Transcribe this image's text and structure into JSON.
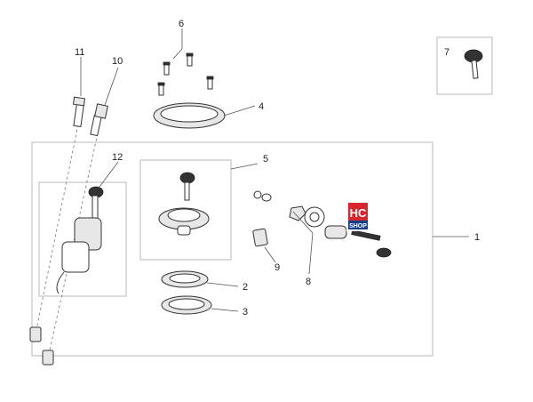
{
  "diagram": {
    "callouts": [
      {
        "id": "c1",
        "text": "1"
      },
      {
        "id": "c2",
        "text": "2"
      },
      {
        "id": "c3",
        "text": "3"
      },
      {
        "id": "c4",
        "text": "4"
      },
      {
        "id": "c5",
        "text": "5"
      },
      {
        "id": "c6",
        "text": "6"
      },
      {
        "id": "c7",
        "text": "7"
      },
      {
        "id": "c8",
        "text": "8"
      },
      {
        "id": "c9",
        "text": "9"
      },
      {
        "id": "c10",
        "text": "10"
      },
      {
        "id": "c11",
        "text": "11"
      },
      {
        "id": "c12",
        "text": "12"
      }
    ]
  },
  "logo": {
    "line1": "HC",
    "line2": "SHOP",
    "colors": {
      "red": "#d7262d",
      "blue": "#123f8c"
    }
  }
}
